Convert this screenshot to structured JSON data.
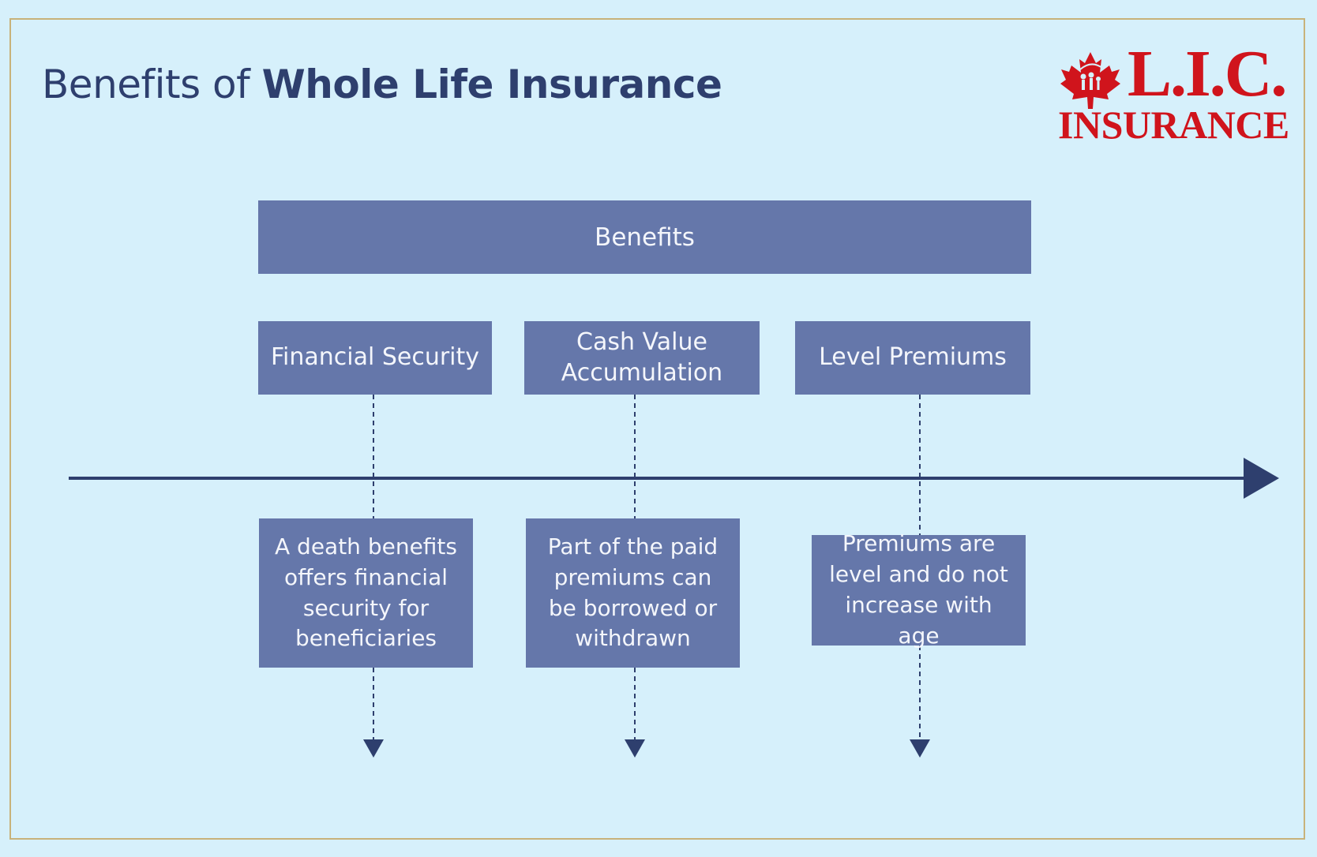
{
  "title": {
    "prefix": "Benefits of",
    "emphasis": "Whole Life Insurance"
  },
  "logo": {
    "line1": "L.I.C.",
    "line2": "INSURANCE",
    "icon": "maple-leaf-family-icon",
    "color": "#d0141c"
  },
  "diagram": {
    "header": "Benefits",
    "columns": [
      {
        "category": "Financial Security",
        "description": "A death benefits offers financial security for beneficiaries"
      },
      {
        "category": "Cash Value Accumulation",
        "description": "Part of the paid premiums can be borrowed or withdrawn"
      },
      {
        "category": "Level Premiums",
        "description": "Premiums are level and do not increase with age"
      }
    ]
  },
  "colors": {
    "background": "#d6f0fb",
    "box": "#6577aa",
    "axis": "#2e3f6e",
    "frame": "#c8b27a"
  }
}
